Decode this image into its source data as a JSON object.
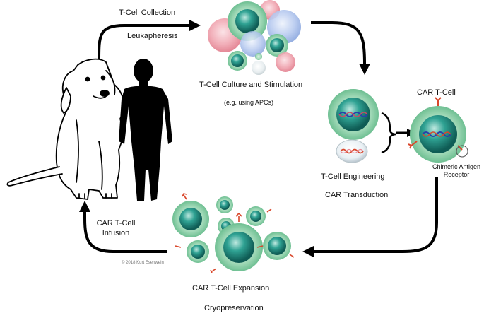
{
  "labels": {
    "collection": "T-Cell Collection",
    "leukapheresis": "Leukapheresis",
    "culture": "T-Cell Culture and Stimulation",
    "culture_note": "(e.g. using APCs)",
    "car_t_cell": "CAR T-Cell",
    "chimeric_line1": "Chimeric Antigen",
    "chimeric_line2": "Receptor",
    "engineering": "T-Cell Engineering",
    "transduction": "CAR Transduction",
    "infusion_line1": "CAR T-Cell",
    "infusion_line2": "Infusion",
    "expansion": "CAR T-Cell Expansion",
    "cryopreservation": "Cryopreservation",
    "copyright": "© 2018 Kurt Esenwein"
  },
  "colors": {
    "teal_outer": "#7fc9a4",
    "teal_inner": "#1d8a7e",
    "pink": "#e88a9a",
    "blue": "#9db8e8",
    "arrow": "#000000",
    "receptor": "#d9472b"
  }
}
